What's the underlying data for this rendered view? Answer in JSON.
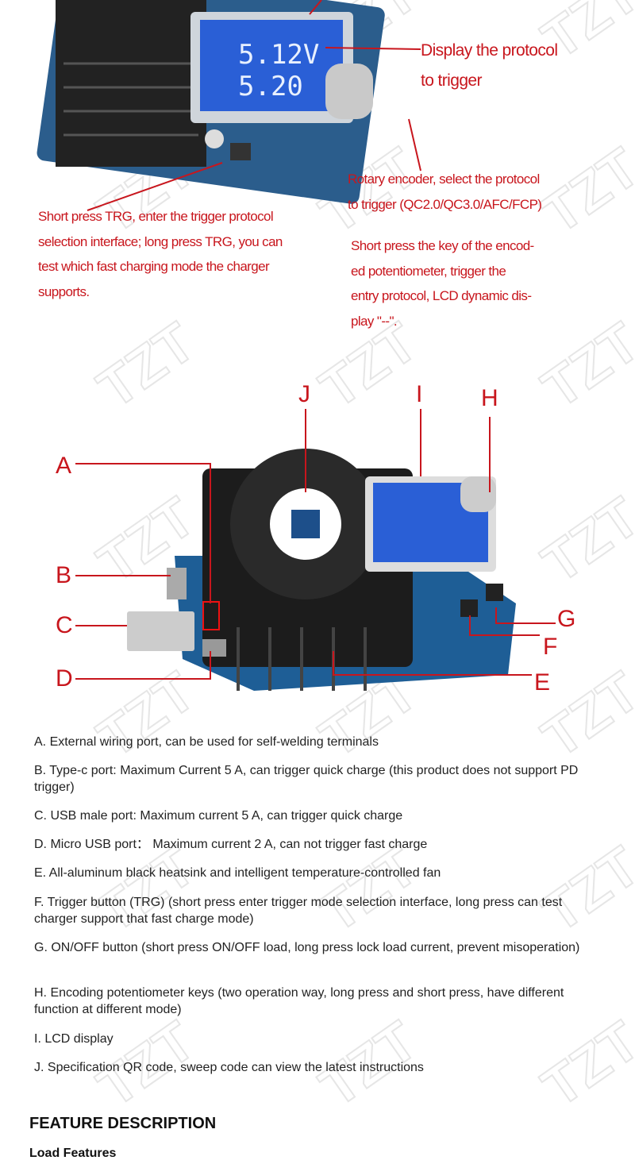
{
  "watermark": "TZT",
  "top_callouts": {
    "display": [
      "Display the protocol",
      "to trigger"
    ],
    "rotary": [
      "Rotary encoder, select the protocol",
      "to trigger (QC2.0/QC3.0/AFC/FCP)"
    ],
    "trg": [
      "Short press TRG, enter the trigger protocol",
      "selection interface; long press TRG, you can",
      "test which fast charging mode the charger",
      "supports."
    ],
    "encoder_key": [
      "Short press the key of the encod-",
      "ed potentiometer, trigger the",
      "entry protocol, LCD dynamic dis-",
      "play \"--\"."
    ]
  },
  "lcd_top": [
    "5.12V",
    "5.20"
  ],
  "diagram_labels": [
    "A",
    "B",
    "C",
    "D",
    "E",
    "F",
    "G",
    "H",
    "I",
    "J"
  ],
  "items": [
    "A. External wiring port, can be used for self-welding terminals",
    "B. Type-c port: Maximum Current 5 A, can trigger quick charge (this product does not support PD trigger)",
    "C. USB male port: Maximum current 5 A, can trigger quick charge",
    "D. Micro USB port： Maximum current 2 A, can not trigger fast charge",
    "E. All-aluminum black heatsink and intelligent temperature-controlled fan",
    "F. Trigger button (TRG) (short press enter trigger mode selection interface, long press can test charger support that fast charge mode)",
    "G. ON/OFF button (short press ON/OFF load, long press lock load current, prevent misoperation)",
    "H. Encoding potentiometer keys (two operation way, long press and short press, have different function at different mode)",
    "I. LCD display",
    "J. Specification QR code, sweep code can view the latest instructions"
  ],
  "feature_title": "FEATURE DESCRIPTION",
  "feature_subtitle": "Load Features",
  "colors": {
    "annotation": "#c8161d",
    "lcd": "#2a5fd6",
    "pcb": "#1d4f8a"
  }
}
